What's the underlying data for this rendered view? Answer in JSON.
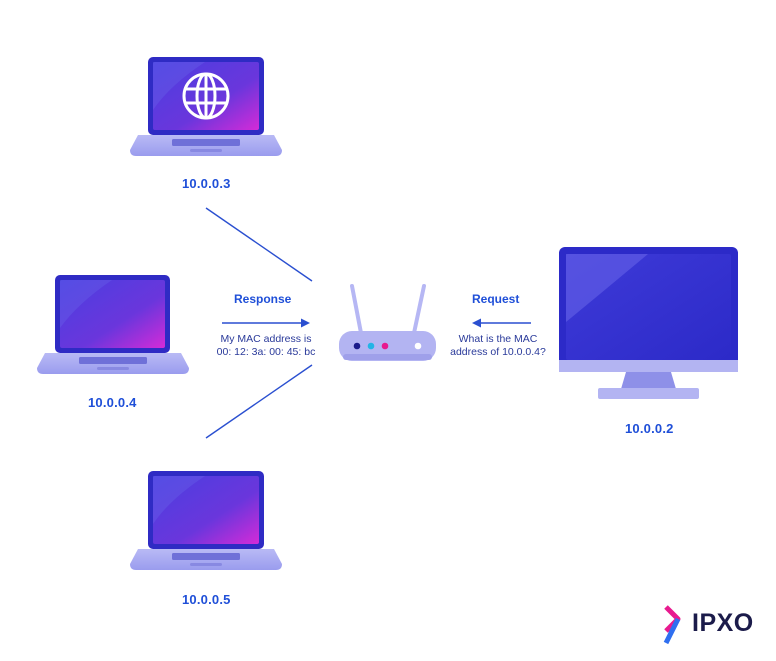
{
  "nodes": {
    "top_laptop": {
      "ip": "10.0.0.3"
    },
    "left_laptop": {
      "ip": "10.0.0.4"
    },
    "bottom_laptop": {
      "ip": "10.0.0.5"
    },
    "desktop": {
      "ip": "10.0.0.2"
    }
  },
  "response": {
    "title": "Response",
    "line1": "My MAC address is",
    "line2": "00: 12: 3a: 00: 45: bc"
  },
  "request": {
    "title": "Request",
    "line1": "What is the MAC",
    "line2": "address of 10.0.0.4?"
  },
  "router": {
    "leds": [
      "#1b1b8a",
      "#22b4e6",
      "#e81a8f",
      "#ffffff"
    ]
  },
  "logo": {
    "text": "IPXO"
  },
  "colors": {
    "line": "#2a4fd0",
    "screen_dark": "#3a34d6",
    "screen_glow": "#d42bd8",
    "device_body": "#9c9ef0",
    "device_base": "#b7b8f4",
    "label_blue": "#1f4fd8"
  }
}
